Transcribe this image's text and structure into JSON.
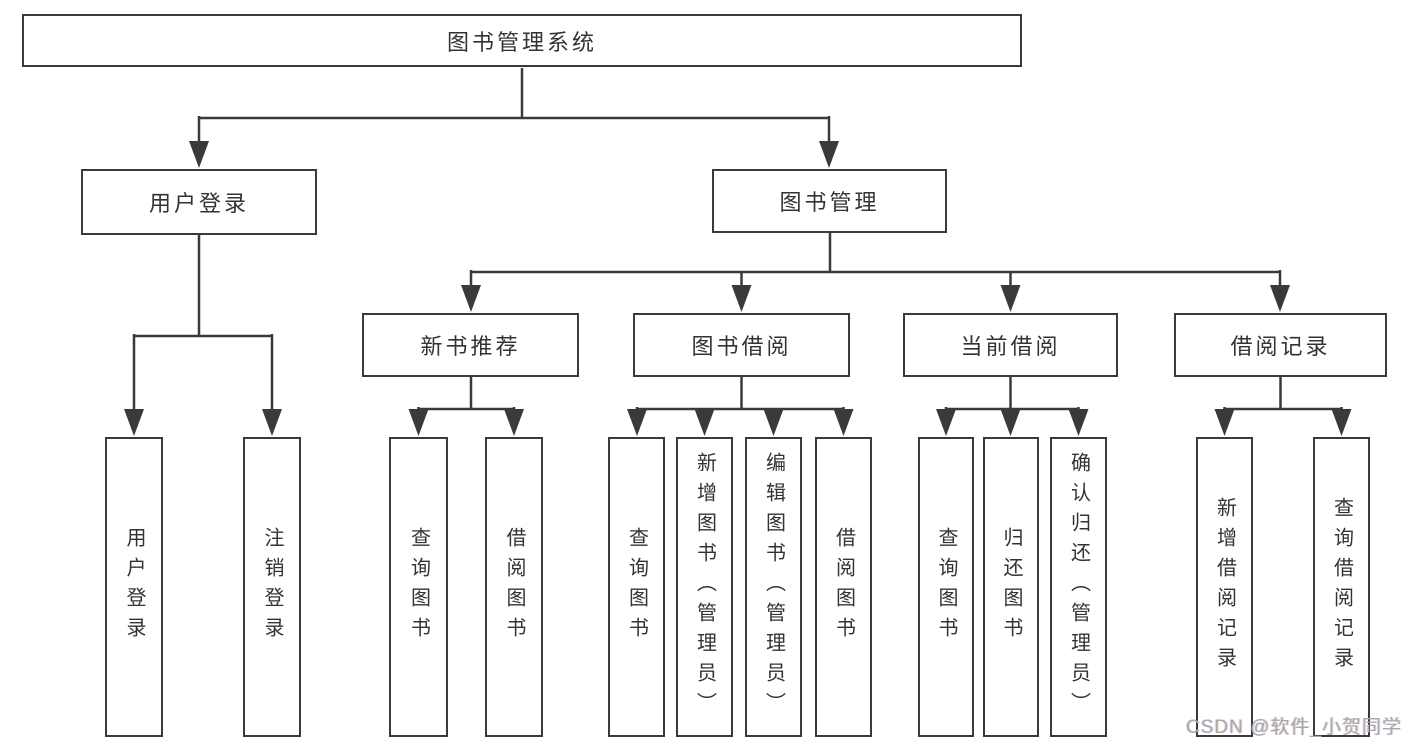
{
  "diagram": {
    "type": "tree",
    "root": {
      "label": "图书管理系统",
      "children": [
        {
          "label": "用户登录",
          "children": [
            {
              "label": "用户登录"
            },
            {
              "label": "注销登录"
            }
          ]
        },
        {
          "label": "图书管理",
          "children": [
            {
              "label": "新书推荐",
              "children": [
                {
                  "label": "查询图书"
                },
                {
                  "label": "借阅图书"
                }
              ]
            },
            {
              "label": "图书借阅",
              "children": [
                {
                  "label": "查询图书"
                },
                {
                  "label": "新增图书（管理员）"
                },
                {
                  "label": "编辑图书（管理员）"
                },
                {
                  "label": "借阅图书"
                }
              ]
            },
            {
              "label": "当前借阅",
              "children": [
                {
                  "label": "查询图书"
                },
                {
                  "label": "归还图书"
                },
                {
                  "label": "确认归还（管理员）"
                }
              ]
            },
            {
              "label": "借阅记录",
              "children": [
                {
                  "label": "新增借阅记录"
                },
                {
                  "label": "查询借阅记录"
                }
              ]
            }
          ]
        }
      ]
    }
  },
  "labels": {
    "root": "图书管理系统",
    "user_login": "用户登录",
    "book_mgmt": "图书管理",
    "new_book_rec": "新书推荐",
    "book_borrow": "图书借阅",
    "current_borrow": "当前借阅",
    "borrow_record": "借阅记录",
    "ul_user_login": "用户登录",
    "ul_logout": "注销登录",
    "nb_query_book": "查询图书",
    "nb_borrow_book": "借阅图书",
    "bb_query_book": "查询图书",
    "bb_add_book_admin": "新增图书（管理员）",
    "bb_edit_book_admin": "编辑图书（管理员）",
    "bb_borrow_book": "借阅图书",
    "cb_query_book": "查询图书",
    "cb_return_book": "归还图书",
    "cb_confirm_return_admin": "确认归还（管理员）",
    "br_add_record": "新增借阅记录",
    "br_query_record": "查询借阅记录"
  },
  "watermark": {
    "text": "CSDN @软件_小贺同学"
  },
  "colors": {
    "line": "#3a3a3a",
    "text": "#333333",
    "background": "#ffffff",
    "watermark": "#a9a9a9"
  }
}
